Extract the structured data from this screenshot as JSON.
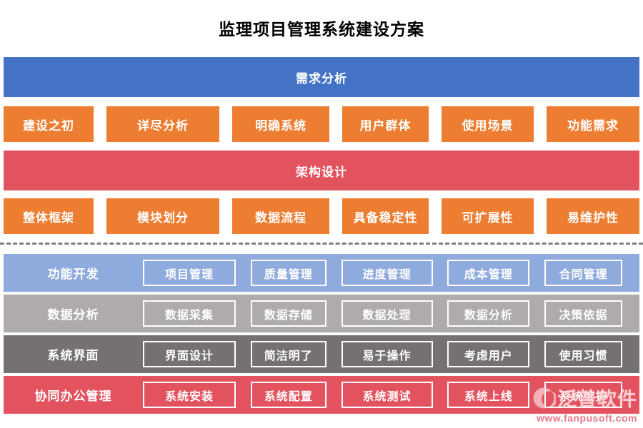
{
  "title": "监理项目管理系统建设方案",
  "colors": {
    "banner_blue": "#4472C4",
    "button_orange": "#ED7D31",
    "banner_red": "#E2525F",
    "band_light_blue": "#8FAADC",
    "band_gray": "#AFABAB",
    "band_dark_gray": "#767171",
    "band_red": "#E2525F",
    "divider_gray": "#7f7f7f"
  },
  "sections": [
    {
      "banner": "需求分析",
      "items": [
        "建设之初",
        "详尽分析",
        "明确系统",
        "用户群体",
        "使用场景",
        "功能需求"
      ]
    },
    {
      "banner": "架构设计",
      "items": [
        "整体框架",
        "模块划分",
        "数据流程",
        "具备稳定性",
        "可扩展性",
        "易维护性"
      ]
    }
  ],
  "rows": [
    {
      "label": "功能开发",
      "items": [
        "项目管理",
        "质量管理",
        "进度管理",
        "成本管理",
        "合同管理"
      ]
    },
    {
      "label": "数据分析",
      "items": [
        "数据采集",
        "数据存储",
        "数据处理",
        "数据分析",
        "决策依据"
      ]
    },
    {
      "label": "系统界面",
      "items": [
        "界面设计",
        "简洁明了",
        "易于操作",
        "考虑用户",
        "使用习惯"
      ]
    },
    {
      "label": "协同办公管理",
      "items": [
        "系统安装",
        "系统配置",
        "系统测试",
        "系统上线",
        "系统维护"
      ]
    }
  ],
  "watermark": {
    "brand": "泛普软件",
    "url": "www.fanpusoft.com",
    "logo": "crescent-logo"
  }
}
